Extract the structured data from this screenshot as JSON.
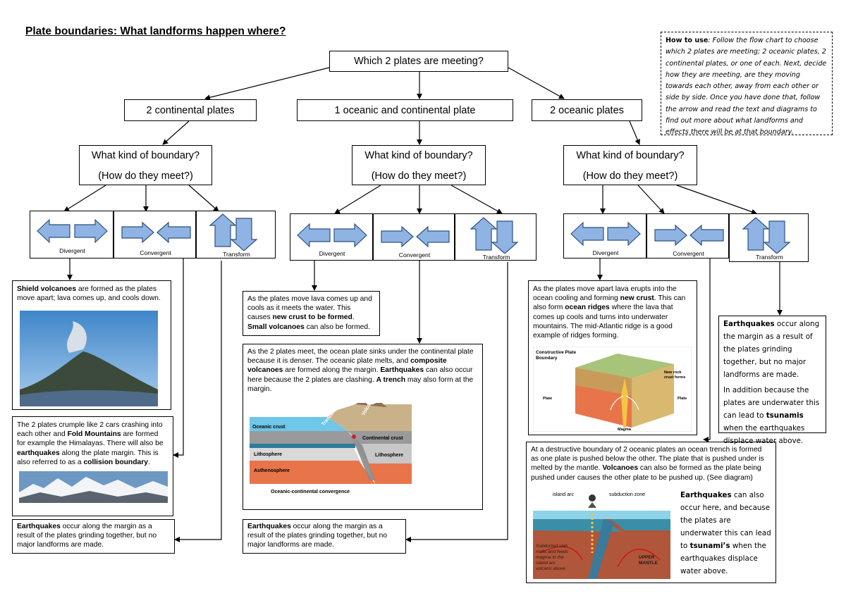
{
  "title": "Plate boundaries: What landforms happen where?",
  "howto": {
    "label": "How to use",
    "text": ": Follow the flow chart to choose which 2 plates are meeting; 2 oceanic plates, 2 continental plates, or one of each. Next, decide how they are meeting, are they moving towards each other, away from each other or side by side. Once you have done that, follow the arrow and read the text and diagrams to find out more about what landforms and effects there will be at that boundary."
  },
  "root_question": "Which 2 plates are meeting?",
  "branches": {
    "continental": "2 continental plates",
    "mixed": "1 oceanic and continental plate",
    "oceanic": "2 oceanic plates"
  },
  "boundary_question": {
    "line1": "What kind of boundary?",
    "line2": "(How do they meet?)"
  },
  "motion_labels": {
    "divergent": "Divergent",
    "convergent": "Convergent",
    "transform": "Transform"
  },
  "colors": {
    "arrow_fill": "#8fb4e3",
    "arrow_stroke": "#2f4f7f",
    "ocean": "#6ec6e8",
    "litho": "#c7c7c7",
    "astheno": "#e8754a",
    "magma": "#f39c2b"
  },
  "continental": {
    "divergent": {
      "bold": "Shield volcanoes",
      "text": " are formed as the plates move apart; lava comes up, and cools down."
    },
    "convergent": {
      "t1": "The 2 plates crumple like 2 cars crashing into each other and ",
      "b1": "Fold Mountains",
      "t2": " are formed for example the Himalayas. There will also be ",
      "b2": "earthquakes",
      "t3": " along the plate margin. This is also referred to as a ",
      "b3": "collision boundary",
      "t4": "."
    },
    "transform": {
      "bold": "Earthquakes",
      "text": " occur along the margin as a result of the plates grinding together, but no major landforms are made."
    }
  },
  "mixed": {
    "divergent": {
      "t1": "As the plates move lava comes up and cools as it meets the water. This causes ",
      "b1": "new crust to be formed",
      "t2": ". ",
      "b2": "Small volcanoes",
      "t3": " can also be formed."
    },
    "convergent": {
      "t1": "As the 2 plates meet, the ocean plate sinks under the continental plate because it is denser. The oceanic plate melts, and ",
      "b1": "composite volcanoes",
      "t2": " are formed along the margin. ",
      "b2": "Earthquakes",
      "t3": " can also occur here because the 2 plates are clashing. ",
      "b3": "A trench",
      "t4": " may also form at the margin.",
      "diagram": {
        "trench": "Trench",
        "volcanic_arc": "Volcanic arc",
        "oceanic_crust": "Oceanic crust",
        "continental_crust": "Continental crust",
        "lithosphere_left": "Lithosphere",
        "lithosphere_right": "Lithosphere",
        "asthenosphere": "Asthenosphere",
        "caption": "Oceanic-continental convergence"
      }
    },
    "transform": {
      "bold": "Earthquakes",
      "text": " occur along the margin as a result of the plates grinding together, but no major landforms are made."
    }
  },
  "oceanic": {
    "divergent": {
      "t1": "As the plates move apart lava erupts into the ocean cooling and forming ",
      "b1": "new crust",
      "t2": ". This can also form ",
      "b2": "ocean ridges",
      "t3": " where the lava that comes up cools and turns into underwater mountains. The mid-Atlantic ridge is a good example of ridges forming.",
      "diagram": {
        "title_l1": "Constructive Plate",
        "title_l2": "Boundary",
        "new_rock_l1": "New rock",
        "new_rock_l2": "crust forms",
        "plate_left": "Plate",
        "plate_right": "Plate",
        "magma": "Magma"
      }
    },
    "convergent": {
      "t1": "At a destructive boundary of 2 oceanic plates an ocean trench is formed as one plate is pushed below the other. The plate that is pushed under is melted by the mantle. ",
      "b1": "Volcanoes",
      "t2": " can also be formed as the plate being pushed under causes the other plate to be pushed up. (See diagram)",
      "side_bold": "Earthquakes",
      "side_t1": " can also occur here, and because the plates are underwater this can lead to ",
      "side_b2": "tsunami’s",
      "side_t2": " when the earthquakes displace water above.",
      "diagram": {
        "island_arc": "island arc",
        "subduction_zone": "subduction zone",
        "slab_l1": "Subducted slab",
        "slab_l2": "melts and feeds",
        "slab_l3": "magma to the",
        "slab_l4": "island arc",
        "slab_l5": "volcano above",
        "upper_l1": "UPPER",
        "upper_l2": "MANTLE"
      }
    },
    "transform": {
      "bold": "Earthquakes",
      "text": " occur along the margin as a result of the plates grinding together, but no major landforms are made.",
      "p2_t1": "In addition because the plates are underwater this can lead to ",
      "p2_b": "tsunamis",
      "p2_t2": " when the earthquakes displace water above."
    }
  }
}
